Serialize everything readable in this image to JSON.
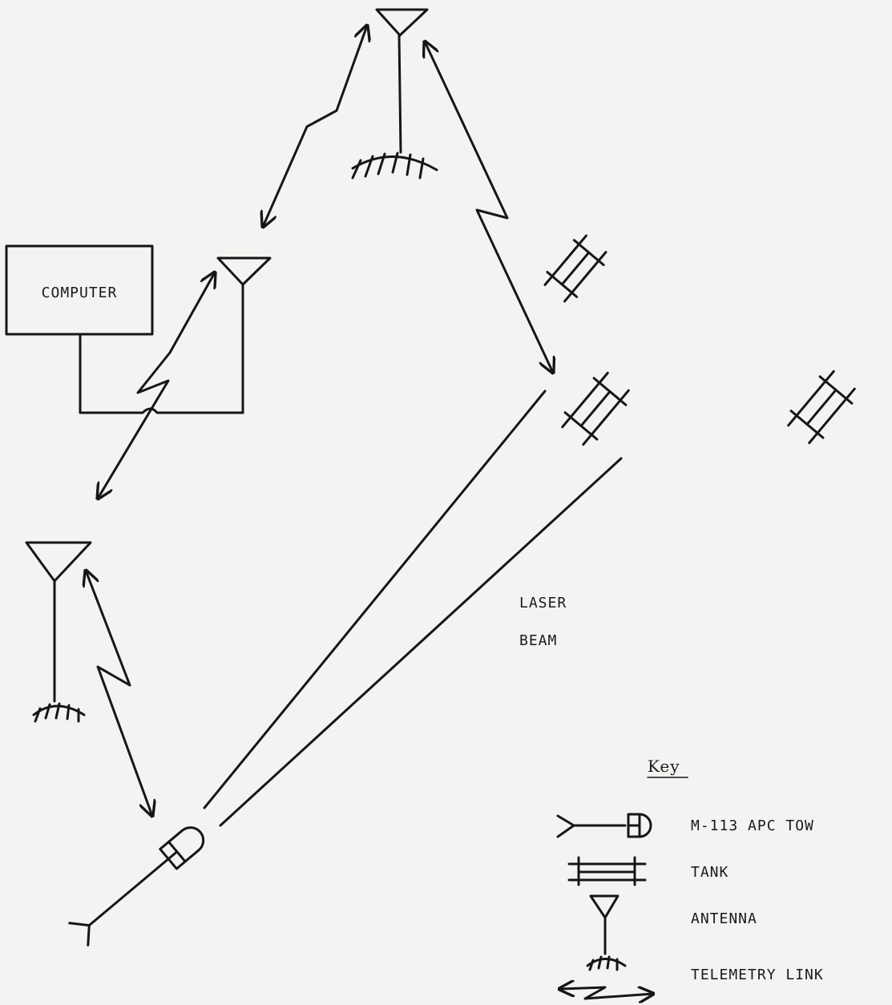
{
  "labels": {
    "computer": "COMPUTER",
    "laser_line1": "LASER",
    "laser_line2": "BEAM"
  },
  "key": {
    "title": "Key",
    "items": [
      {
        "label": "M-113 APC TOW"
      },
      {
        "label": "TANK"
      },
      {
        "label": "ANTENNA"
      },
      {
        "label": "TELEMETRY LINK"
      }
    ]
  },
  "colors": {
    "ink": "#161616",
    "paper": "#f3f3f1"
  }
}
